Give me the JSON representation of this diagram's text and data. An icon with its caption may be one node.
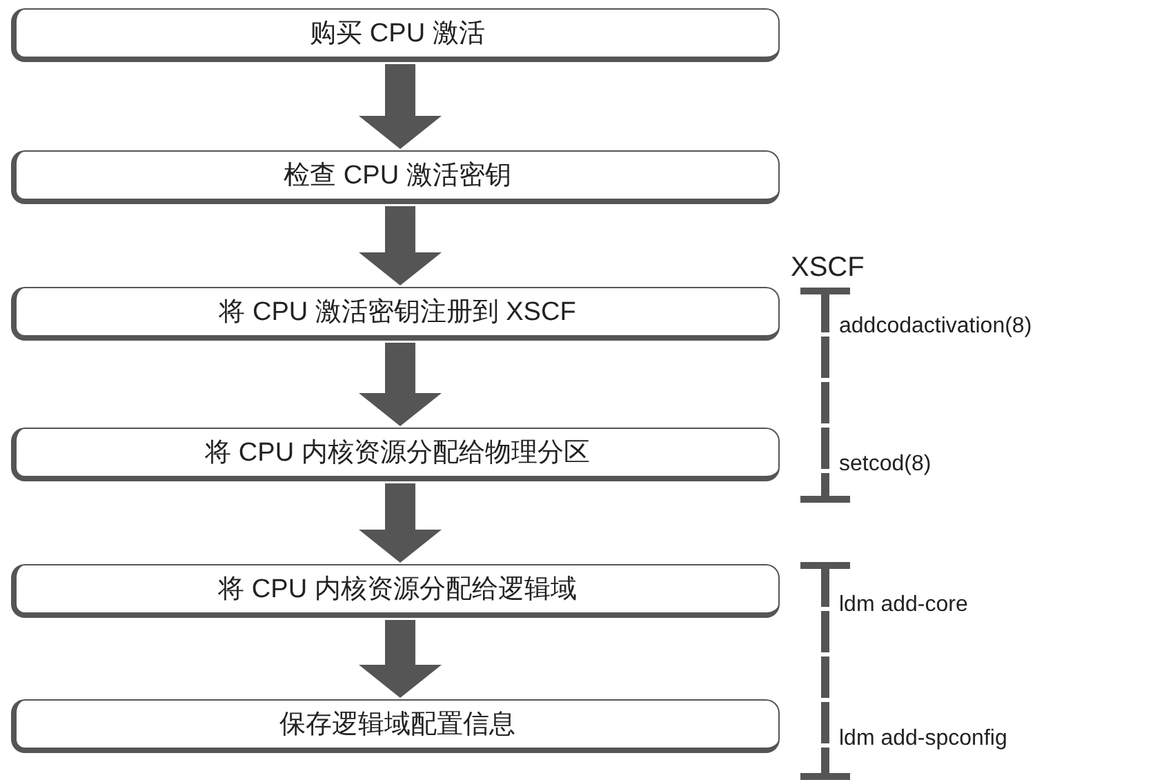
{
  "diagram": {
    "nodes": [
      {
        "text": [
          "购买 CPU 激活"
        ]
      },
      {
        "text": [
          "检查 CPU 激活密钥"
        ]
      },
      {
        "text": [
          "将 CPU 激活密钥注册到 XSCF"
        ]
      },
      {
        "text": [
          "将 CPU 内核资源分配给物理分区"
        ]
      },
      {
        "text": [
          "将 CPU 内核资源分配给逻辑域"
        ]
      },
      {
        "text": [
          "保存逻辑域配置信息"
        ]
      }
    ],
    "edges": [
      {
        "from": 0,
        "to": 1,
        "arrow": "to"
      },
      {
        "from": 1,
        "to": 2,
        "arrow": "to"
      },
      {
        "from": 2,
        "to": 3,
        "arrow": "to"
      },
      {
        "from": 3,
        "to": 4,
        "arrow": "to"
      },
      {
        "from": 4,
        "to": 5,
        "arrow": "to"
      }
    ],
    "labels": [
      "XSCF",
      "addcodactivation(8)",
      "setcod(8)",
      "ldm add-core",
      "ldm add-spconfig"
    ]
  }
}
